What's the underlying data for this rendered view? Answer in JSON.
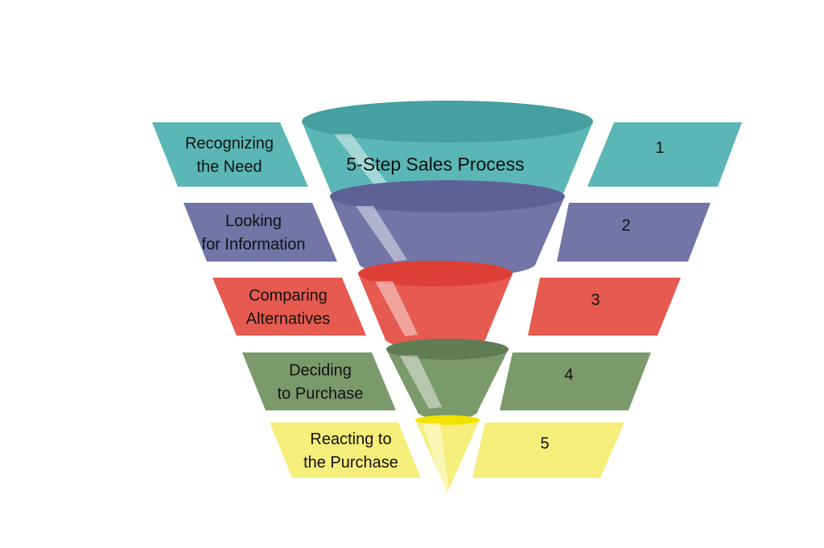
{
  "title": "5-Step Sales Process",
  "stages": [
    {
      "lines": [
        "Recognizing",
        "the Need"
      ],
      "number": "1",
      "color": "#5ab7b5",
      "rim": "#45a09f"
    },
    {
      "lines": [
        "Looking",
        "for Information"
      ],
      "number": "2",
      "color": "#7275a6",
      "rim": "#5e6195"
    },
    {
      "lines": [
        "Comparing",
        "Alternatives"
      ],
      "number": "3",
      "color": "#e65a50",
      "rim": "#dd3f36"
    },
    {
      "lines": [
        "Deciding",
        "to Purchase"
      ],
      "number": "4",
      "color": "#7a9a6b",
      "rim": "#5f7c55"
    },
    {
      "lines": [
        "Reacting to",
        "the Purchase"
      ],
      "number": "5",
      "color": "#f6ee7a",
      "rim": "#f2e200"
    }
  ]
}
